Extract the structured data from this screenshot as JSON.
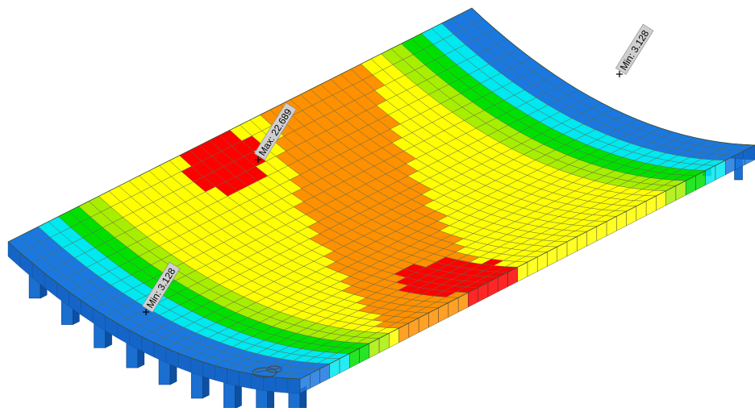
{
  "annotations": {
    "max": "Max: 22.689",
    "min_top": "Min: 3.128",
    "min_left": "Min: 3.128"
  },
  "colors": {
    "blue": "#1a78e0",
    "cyan": "#00e8f0",
    "green": "#00e000",
    "lime": "#a8ee00",
    "yellow": "#ffff00",
    "orange": "#ff9000",
    "red": "#ff0000",
    "mesh": "#5a6a50",
    "label_bg": "#cfcfcf"
  }
}
